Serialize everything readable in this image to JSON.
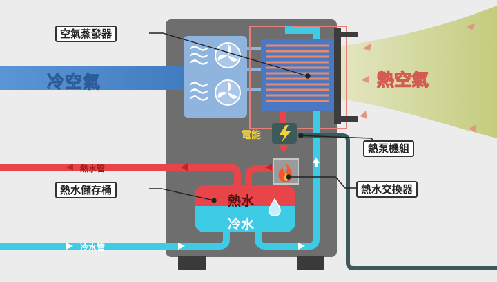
{
  "labels": {
    "air_evaporator": "空氣蒸發器",
    "cold_air": "冷空氣",
    "hot_air": "熱空氣",
    "electric_energy": "電能",
    "heat_pump_unit": "熱泵機組",
    "hot_water_pipe": "熱水管",
    "heat_exchanger": "熱水交換器",
    "hot_water_tank": "熱水儲存桶",
    "hot_water": "熱水",
    "cold_water": "冷水",
    "cold_water_pipe": "冷水管"
  },
  "icons": {
    "fan": "fan-icon",
    "lightning": "lightning-icon",
    "flame": "flame-icon",
    "water_drop": "water-drop-icon",
    "arrow": "arrow-icon"
  },
  "colors": {
    "background": "#ececec",
    "unit_body": "#6e6e6e",
    "cold_stream": "#4a86c8",
    "hot_stream": "#c8cf8a",
    "hot_pipe": "#e8454a",
    "cold_pipe": "#3ecbe6",
    "pipe_dark": "#3c5a5a"
  }
}
